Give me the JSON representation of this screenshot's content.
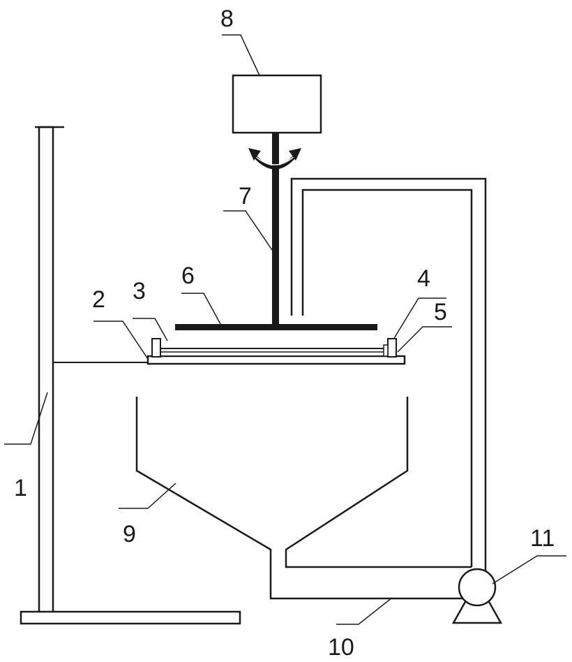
{
  "labels": {
    "l1": "1",
    "l2": "2",
    "l3": "3",
    "l4": "4",
    "l5": "5",
    "l6": "6",
    "l7": "7",
    "l8": "8",
    "l9": "9",
    "l10": "10",
    "l11": "11"
  },
  "colors": {
    "ink": "#1a1a1a",
    "background": "#ffffff"
  }
}
